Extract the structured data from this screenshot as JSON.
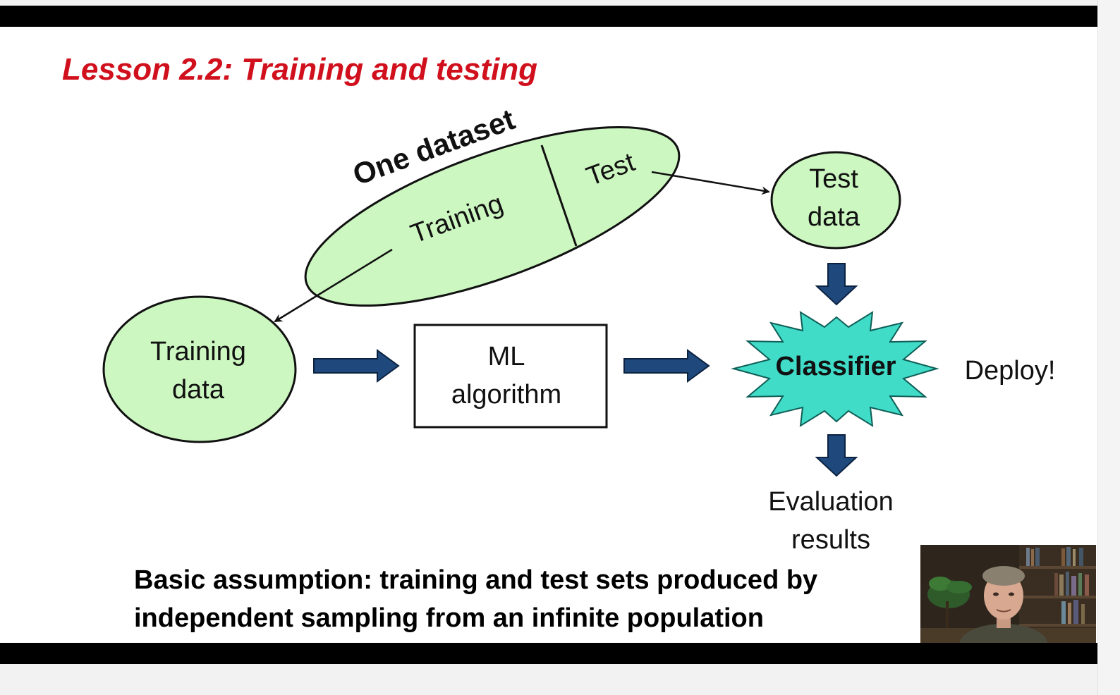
{
  "slide": {
    "title": "Lesson 2.2: Training and testing",
    "assumption_lines": [
      "Basic assumption: training and test sets produced by",
      "independent sampling from an infinite population"
    ]
  },
  "diagram": {
    "dataset_label": "One dataset",
    "dataset_training_label": "Training",
    "dataset_test_label": "Test",
    "test_data_lines": [
      "Test",
      "data"
    ],
    "training_data_lines": [
      "Training",
      "data"
    ],
    "ml_algorithm_lines": [
      "ML",
      "algorithm"
    ],
    "classifier_label": "Classifier",
    "deploy_label": "Deploy!",
    "evaluation_lines": [
      "Evaluation",
      "results"
    ]
  },
  "colors": {
    "title_red": "#d0101c",
    "data_green": "#ccf7c0",
    "classifier_teal": "#40dcc8",
    "arrow_navy": "#1f497d"
  },
  "webcam": {
    "description_icon": "presenter-video-thumbnail"
  }
}
